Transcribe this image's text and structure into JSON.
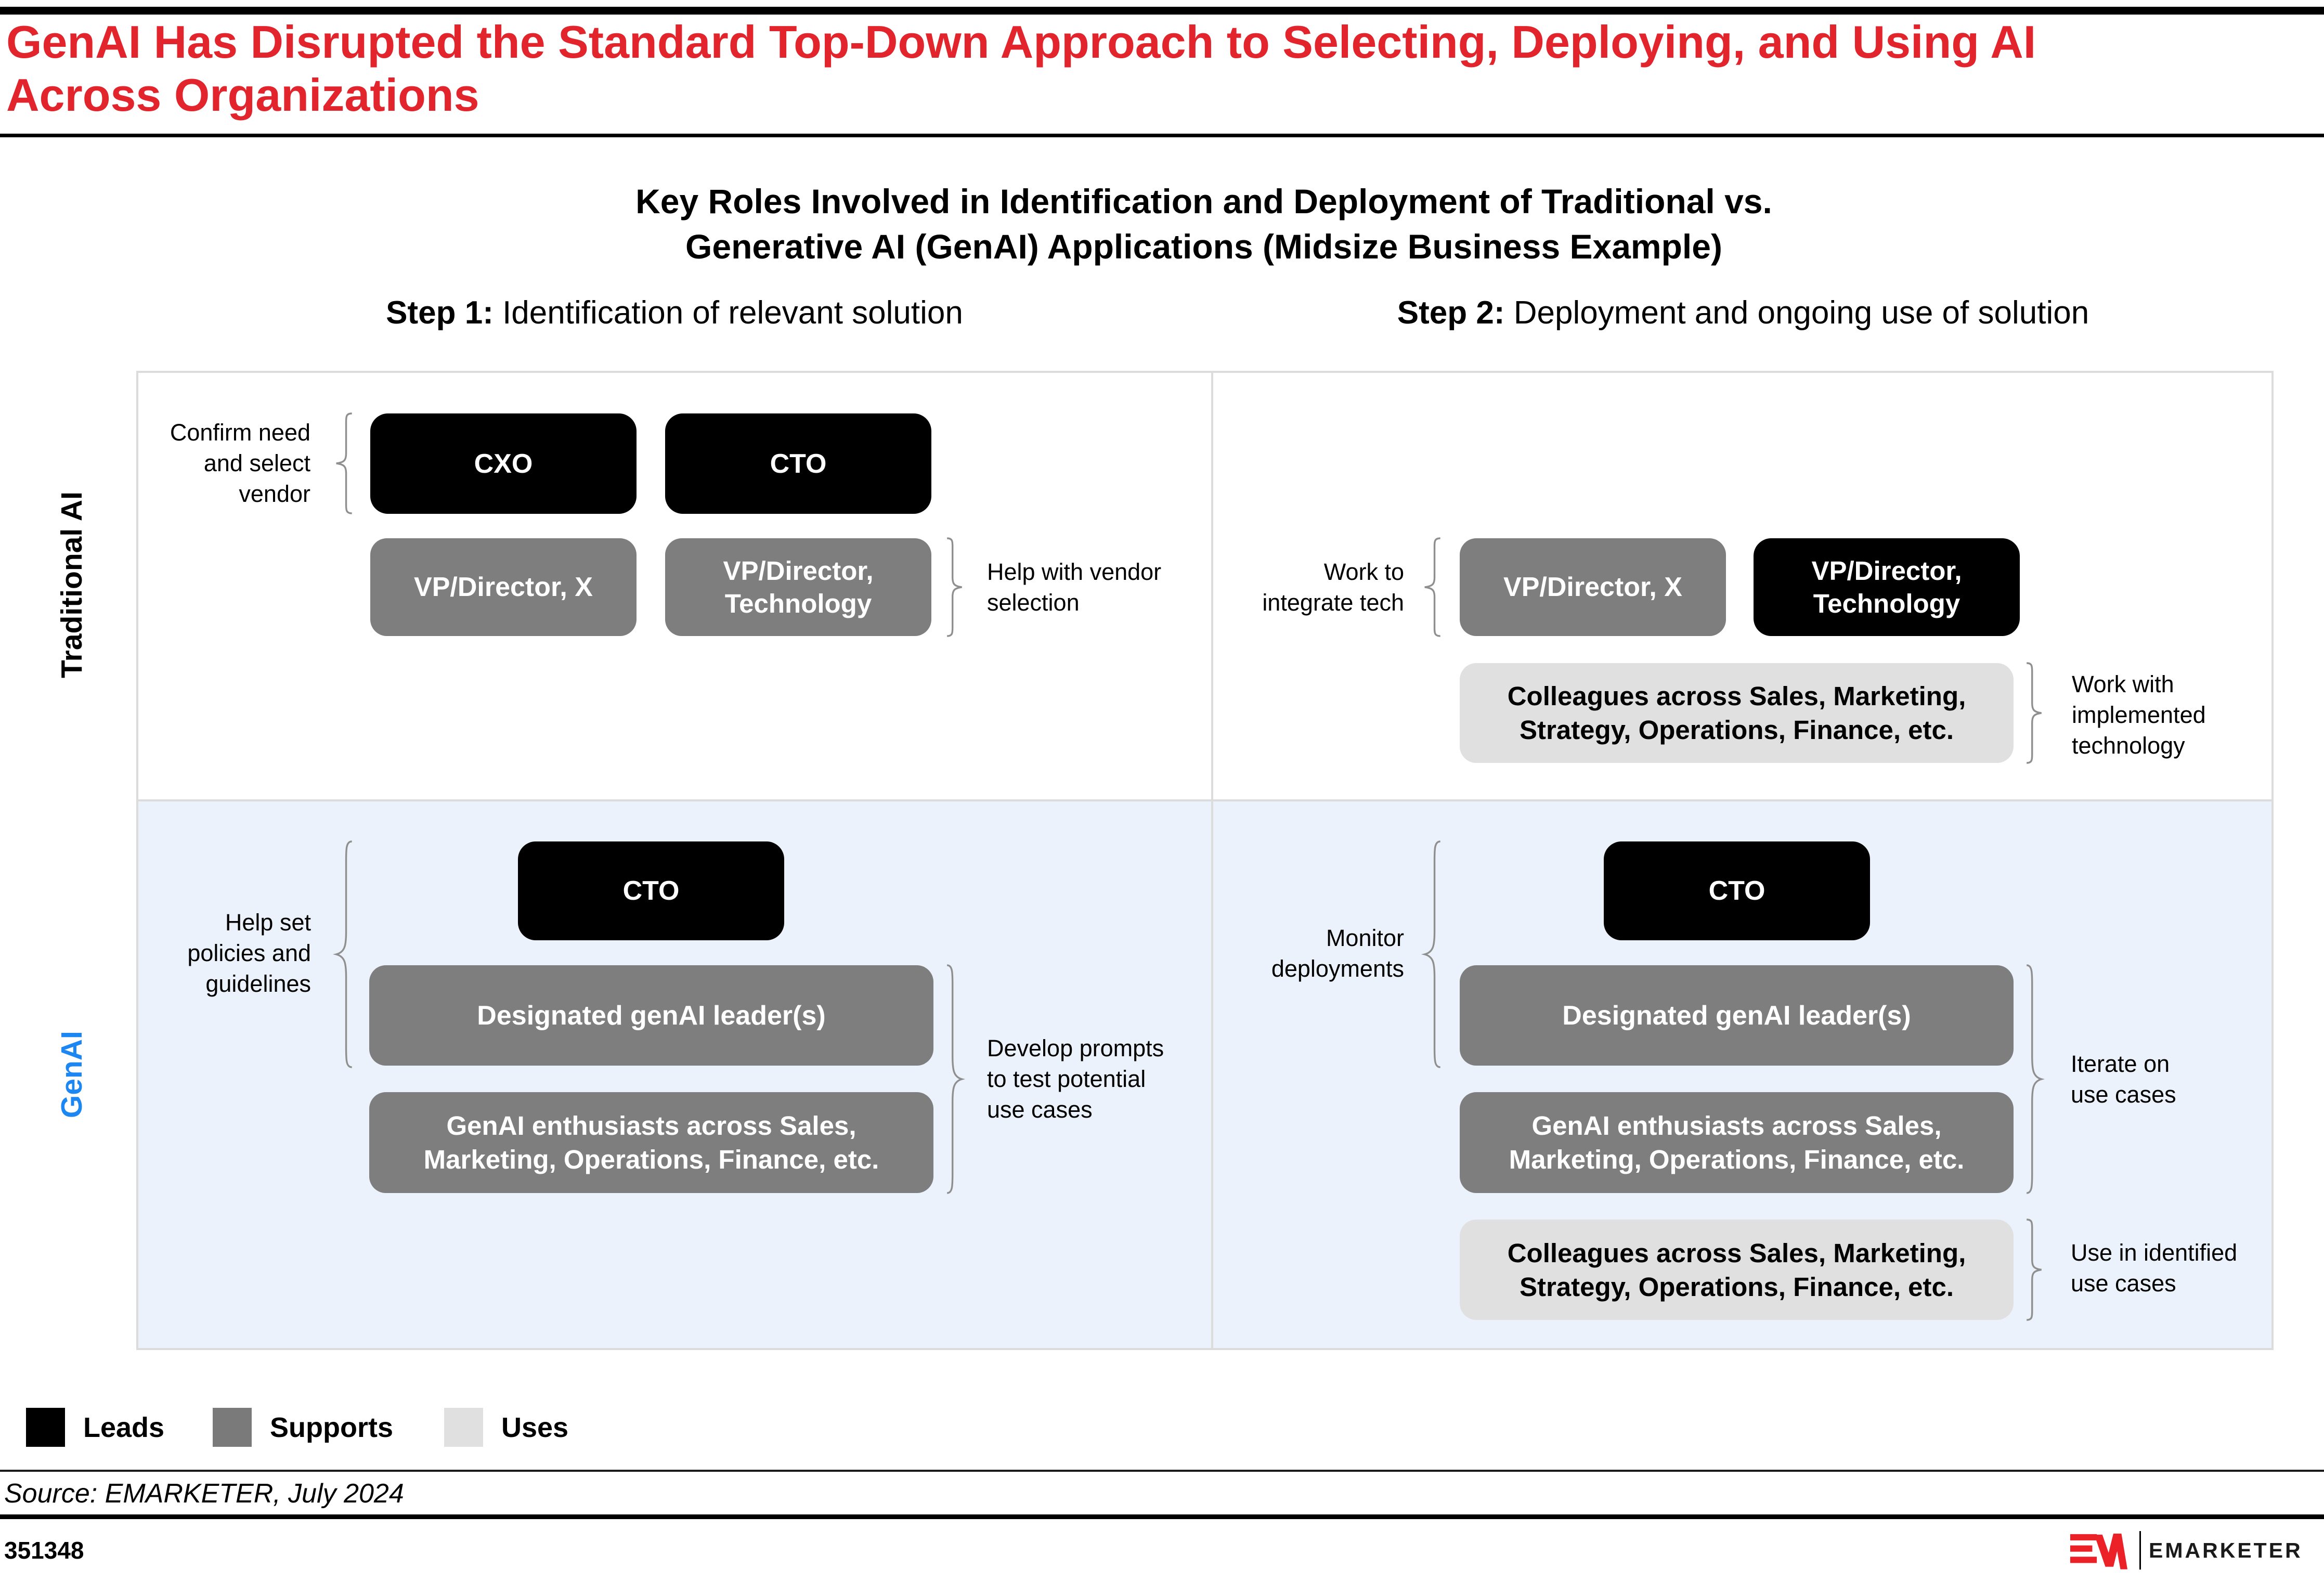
{
  "colors": {
    "accent_red": "#E2242C",
    "logo_red": "#EC2027",
    "genai_blue": "#1C86F2",
    "leads_black": "#000000",
    "supports_gray": "#7E7E7E",
    "uses_light_gray": "#E0E0E0",
    "genai_row_bg": "#EBF2FB",
    "grid_border": "#DCDCDC"
  },
  "header": {
    "title_lines": [
      "GenAI Has Disrupted the Standard Top-Down Approach to Selecting, Deploying, and Using AI",
      "Across Organizations"
    ],
    "subtitle_lines": [
      "Key Roles Involved in Identification and Deployment of Traditional vs.",
      "Generative AI (GenAI) Applications (Midsize Business Example)"
    ]
  },
  "steps": {
    "step1": {
      "prefix": "Step 1:",
      "label": " Identification of relevant solution"
    },
    "step2": {
      "prefix": "Step 2:",
      "label": " Deployment and ongoing use of solution"
    }
  },
  "rows": {
    "traditional": "Traditional AI",
    "genai": "GenAI"
  },
  "matrix": {
    "traditional_step1": {
      "note_left": "Confirm need and select vendor",
      "note_right": "Help with vendor selection",
      "boxes": {
        "cxo": "CXO",
        "cto": "CTO",
        "vp_x": "VP/Director, X",
        "vp_tech": "VP/Director, Technology"
      }
    },
    "traditional_step2": {
      "note_left": "Work to integrate tech",
      "note_right": "Work with implemented technology",
      "boxes": {
        "vp_x": "VP/Director, X",
        "vp_tech": "VP/Director, Technology",
        "colleagues": "Colleagues across Sales, Marketing, Strategy, Operations, Finance, etc."
      }
    },
    "genai_step1": {
      "note_left": "Help set policies and guidelines",
      "note_right": "Develop prompts to test potential use cases",
      "boxes": {
        "cto": "CTO",
        "leaders": "Designated genAI leader(s)",
        "enthusiasts": "GenAI enthusiasts across Sales, Marketing, Operations, Finance, etc."
      }
    },
    "genai_step2": {
      "note_left": "Monitor deployments",
      "note_right_iterate": "Iterate on use cases",
      "note_right_use": "Use in identified use cases",
      "boxes": {
        "cto": "CTO",
        "leaders": "Designated genAI leader(s)",
        "enthusiasts": "GenAI enthusiasts across Sales, Marketing, Operations, Finance, etc.",
        "colleagues": "Colleagues across Sales, Marketing, Strategy, Operations, Finance, etc."
      }
    }
  },
  "legend": {
    "leads": "Leads",
    "supports": "Supports",
    "uses": "Uses"
  },
  "footer": {
    "source": "Source: EMARKETER, July 2024",
    "chart_id": "351348",
    "brand_wordmark": "EMARKETER"
  }
}
